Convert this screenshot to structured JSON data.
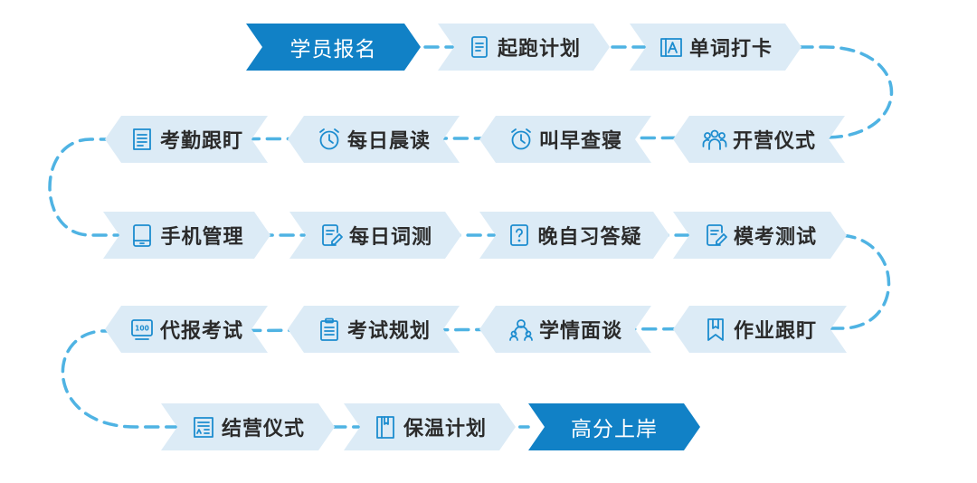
{
  "colors": {
    "light_fill": "#dcebf6",
    "dark_fill": "#1181c6",
    "dash": "#4fb3e3",
    "icon": "#1c8ccf"
  },
  "steps": [
    {
      "label": "学员报名",
      "variant": "dark",
      "icon": ""
    },
    {
      "label": "起跑计划",
      "variant": "light",
      "icon": "document-icon"
    },
    {
      "label": "单词打卡",
      "variant": "light",
      "icon": "letter-card-icon"
    },
    {
      "label": "开营仪式",
      "variant": "light",
      "icon": "people-group-icon"
    },
    {
      "label": "叫早查寝",
      "variant": "light",
      "icon": "alarm-clock-icon"
    },
    {
      "label": "每日晨读",
      "variant": "light",
      "icon": "alarm-clock-icon"
    },
    {
      "label": "考勤跟盯",
      "variant": "light",
      "icon": "checklist-icon"
    },
    {
      "label": "手机管理",
      "variant": "light",
      "icon": "tablet-icon"
    },
    {
      "label": "每日词测",
      "variant": "light",
      "icon": "edit-document-icon"
    },
    {
      "label": "晚自习答疑",
      "variant": "light",
      "icon": "question-document-icon"
    },
    {
      "label": "模考测试",
      "variant": "light",
      "icon": "edit-document-icon"
    },
    {
      "label": "作业跟盯",
      "variant": "light",
      "icon": "bookmark-icon"
    },
    {
      "label": "学情面谈",
      "variant": "light",
      "icon": "meeting-icon"
    },
    {
      "label": "考试规划",
      "variant": "light",
      "icon": "clipboard-icon"
    },
    {
      "label": "代报考试",
      "variant": "light",
      "icon": "score-100-icon"
    },
    {
      "label": "结营仪式",
      "variant": "light",
      "icon": "certificate-icon"
    },
    {
      "label": "保温计划",
      "variant": "light",
      "icon": "book-icon"
    },
    {
      "label": "高分上岸",
      "variant": "dark",
      "icon": ""
    }
  ]
}
